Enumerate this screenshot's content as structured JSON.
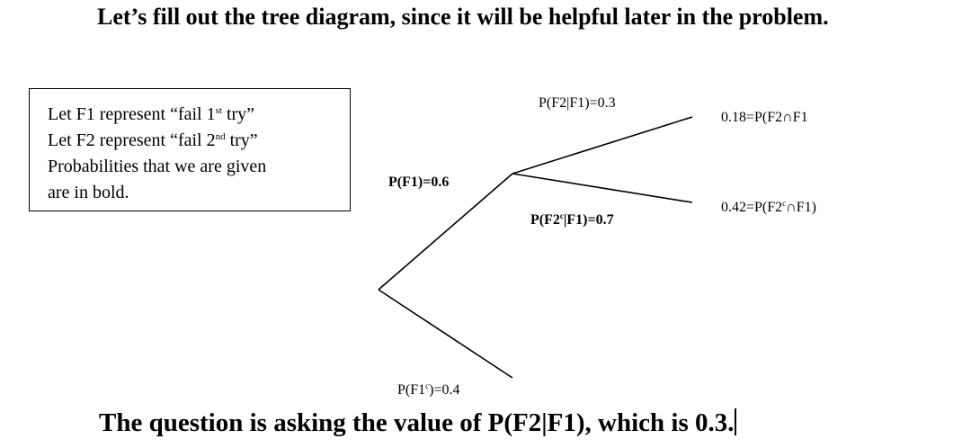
{
  "heading": "Let’s fill out the tree diagram, since it will be helpful later in the problem.",
  "legend": {
    "line1_pre": "Let F1 represent “fail 1",
    "line1_sup": "st",
    "line1_post": " try”",
    "line2_pre": "Let F2 represent “fail 2",
    "line2_sup": "nd",
    "line2_post": " try”",
    "line3": "Probabilities that we are given",
    "line4": "are in bold."
  },
  "tree": {
    "p_f1": "P(F1)=0.6",
    "p_f1c_pre": "P(F1",
    "p_f1c_sup": "c",
    "p_f1c_post": ")=0.4",
    "p_f2_given_f1": "P(F2|F1)=0.3",
    "p_f2c_given_f1_pre": "P(F2",
    "p_f2c_given_f1_sup": "c",
    "p_f2c_given_f1_post": "|F1)=0.7",
    "joint_f2_f1": "0.18=P(F2∩F1",
    "joint_f2c_f1_pre": "0.42=P(F2",
    "joint_f2c_f1_sup": "c",
    "joint_f2c_f1_post": "∩F1)"
  },
  "footer": "The question is asking the value of P(F2|F1), which is 0.3."
}
